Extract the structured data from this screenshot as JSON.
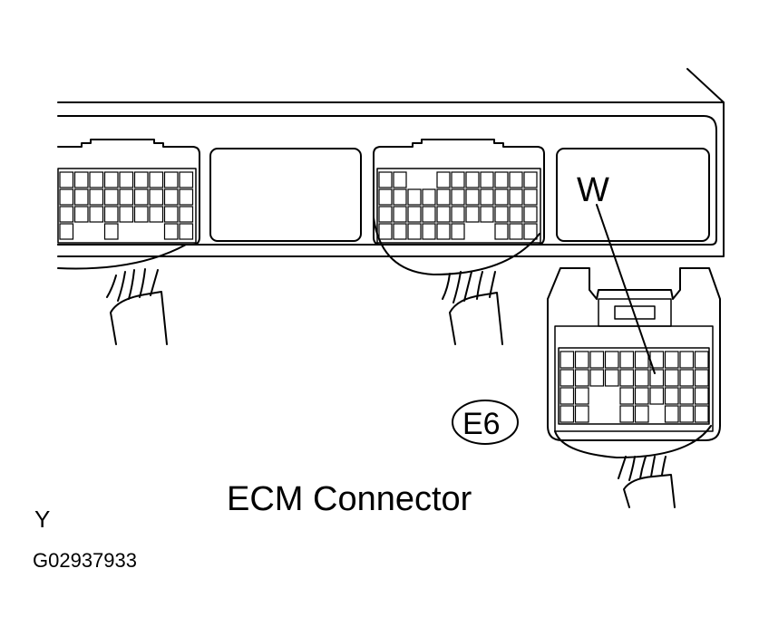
{
  "diagram": {
    "title": "ECM Connector",
    "wire_label": "W",
    "connector_id": "E6",
    "corner_letter": "Y",
    "figure_code": "G02937933"
  },
  "colors": {
    "line": "#000000",
    "background": "#ffffff"
  }
}
